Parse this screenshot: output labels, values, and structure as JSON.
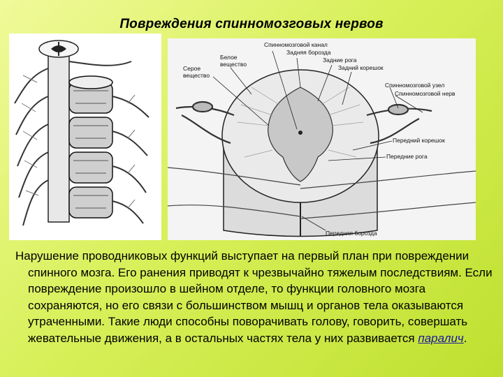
{
  "slide": {
    "title": "Повреждения спинномозговых нервов",
    "paragraph": "Нарушение проводниковых функций выступает на первый план при повреждении спинного мозга. Его ранения приводят к чрезвычайно тяжелым последствиям. Если повреждение произошло в шейном отделе, то функции головного мозга сохраняются, но его связи с большинством мышц и органов тела оказываются утраченными. Такие люди способны поворачивать голову, говорить, совершать жевательные движения, а в остальных частях тела у них развивается",
    "link_text": "паралич",
    "trailing": "."
  },
  "figure_labels": {
    "spinal_canal": "Спинномозговой канал",
    "posterior_sulcus": "Задняя борозда",
    "posterior_horns": "Задние рога",
    "posterior_root": "Задний корешок",
    "white_matter_line1": "Белое",
    "white_matter_line2": "вещество",
    "gray_matter_line1": "Серое",
    "gray_matter_line2": "вещество",
    "spinal_ganglion": "Спинномозговой узел",
    "spinal_nerve": "Спинномозговой нерв",
    "anterior_root": "Передний корешок",
    "anterior_horns": "Передние рога",
    "anterior_fissure": "Передняя борозда"
  },
  "colors": {
    "background": "#d8f05a",
    "link": "#1a1aa0"
  }
}
